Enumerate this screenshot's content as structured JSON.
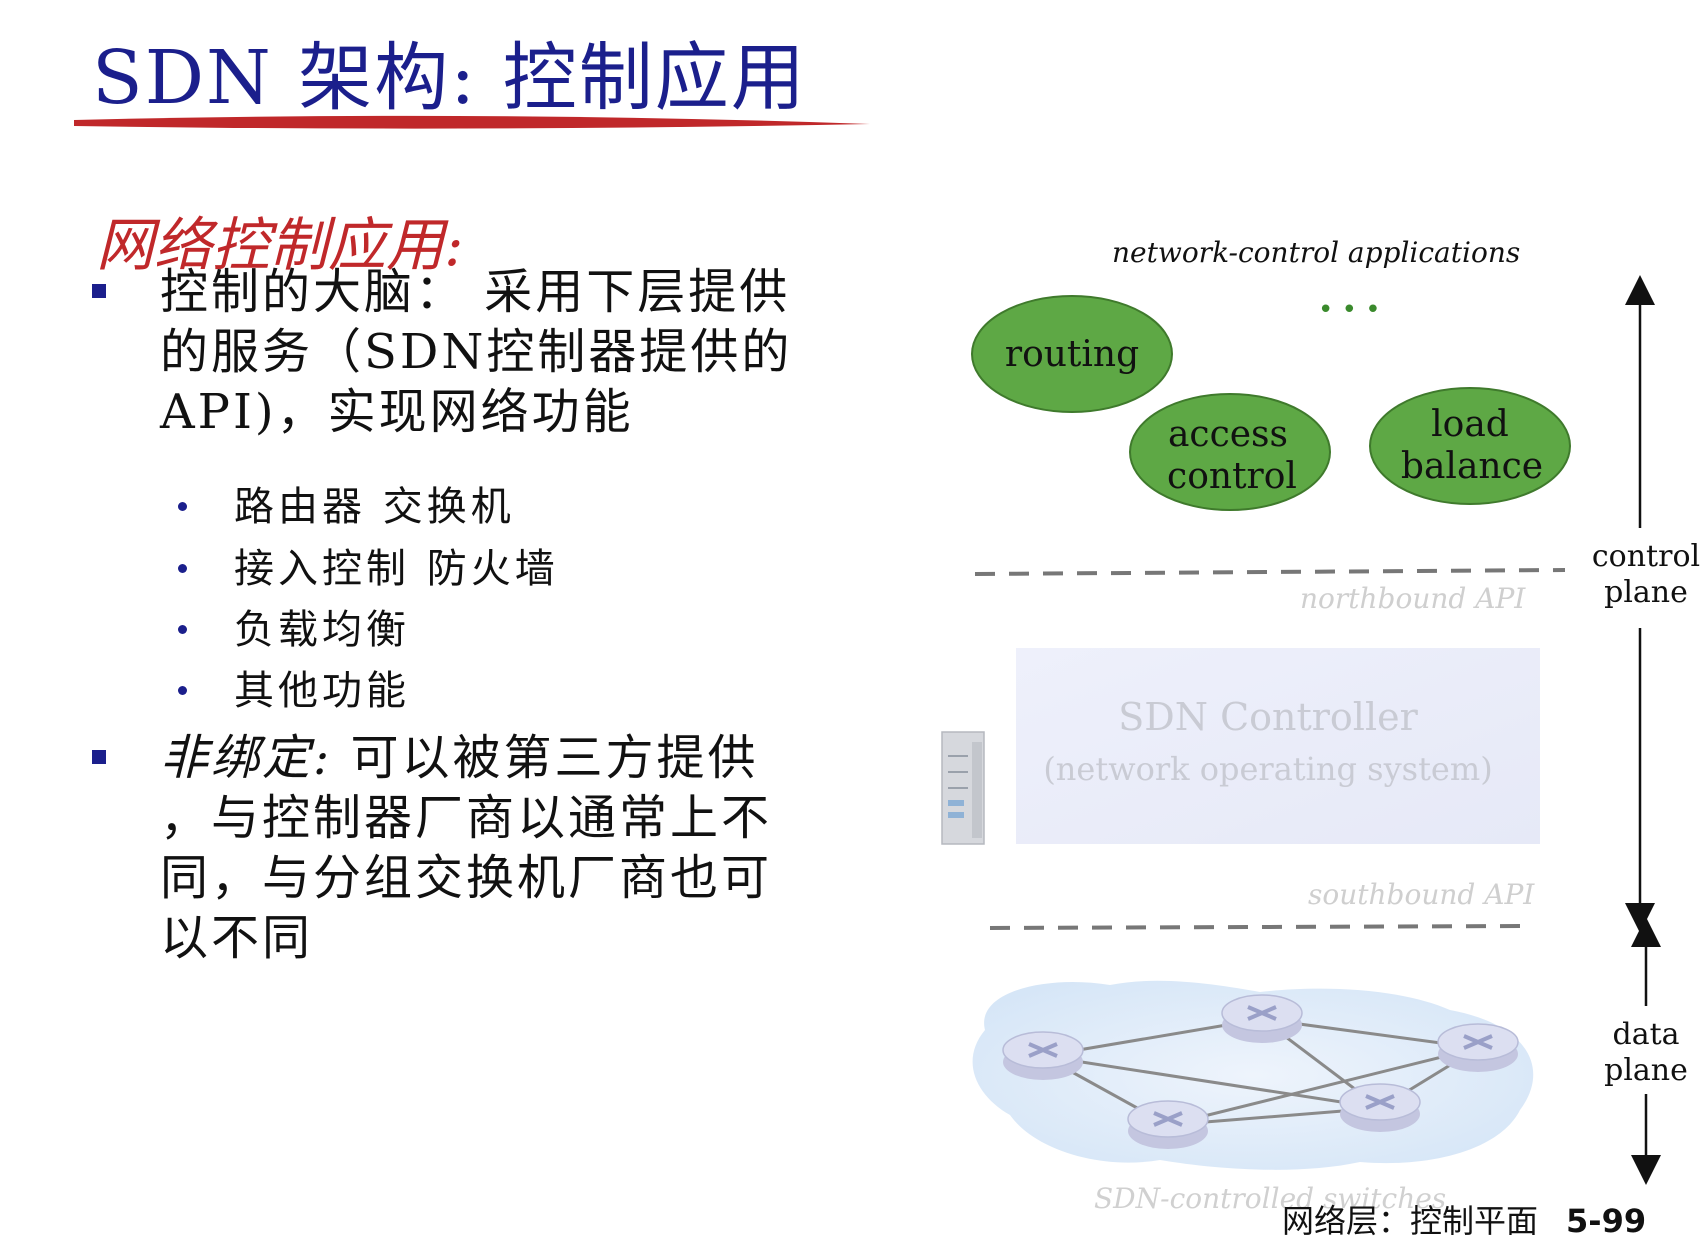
{
  "title": "SDN 架构: 控制应用",
  "subheading": "网络控制应用:",
  "bullets": [
    {
      "lines": [
        "控制的大脑： 采用下层提供",
        "的服务（SDN控制器提供的",
        "API)，实现网络功能"
      ],
      "sub_items": [
        "路由器 交换机",
        "接入控制 防火墙",
        "负载均衡",
        "其他功能"
      ]
    },
    {
      "emphasis": "非绑定:",
      "lines": [
        " 可以被第三方提供",
        "，与控制器厂商以通常上不",
        "同，与分组交换机厂商也可",
        "以不同"
      ]
    }
  ],
  "diagram": {
    "apps_label": "network-control applications",
    "ellipsis": "• • •",
    "apps": {
      "routing": "routing",
      "access_line1": "access",
      "access_line2": "control",
      "load_line1": "load",
      "load_line2": "balance"
    },
    "northbound": "northbound API",
    "controller_line1": "SDN Controller",
    "controller_line2": "(network operating system)",
    "southbound": "southbound API",
    "switches": "SDN-controlled switches",
    "control_plane_line1": "control",
    "control_plane_line2": "plane",
    "data_plane_line1": "data",
    "data_plane_line2": "plane"
  },
  "colors": {
    "title": "#1b1f8c",
    "subheading": "#c0282a",
    "app": "#5ea845",
    "underline": "#c0282a"
  },
  "footer": {
    "section": "网络层：控制平面",
    "page": "5-99"
  }
}
